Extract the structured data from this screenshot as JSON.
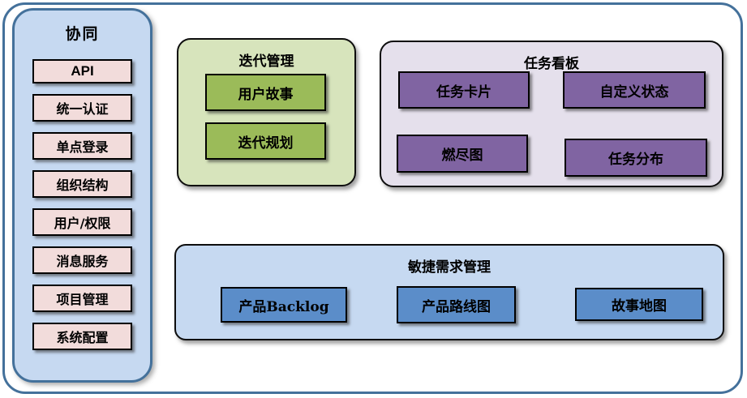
{
  "sidebar": {
    "title": "协同",
    "items": [
      "API",
      "统一认证",
      "单点登录",
      "组织结构",
      "用户/权限",
      "消息服务",
      "项目管理",
      "系统配置"
    ]
  },
  "panels": {
    "iteration": {
      "title": "迭代管理",
      "items": [
        "用户故事",
        "迭代规划"
      ]
    },
    "kanban": {
      "title": "任务看板",
      "items": [
        "任务卡片",
        "自定义状态",
        "燃尽图",
        "任务分布"
      ]
    },
    "requirements": {
      "title": "敏捷需求管理",
      "items": [
        "产品Backlog",
        "产品路线图",
        "故事地图"
      ]
    }
  },
  "colors": {
    "frame_border": "#44719b",
    "sidebar_fill": "#c6d9f1",
    "sidebar_item_fill": "#f2dcdb",
    "iteration_panel_fill": "#d7e4bc",
    "iteration_box_fill": "#9bbb59",
    "kanban_panel_fill": "#e5e0ec",
    "kanban_box_fill": "#8064a2",
    "requirements_panel_fill": "#c6d9f1",
    "requirements_box_fill": "#5b8dc9",
    "box_border": "#000000"
  }
}
